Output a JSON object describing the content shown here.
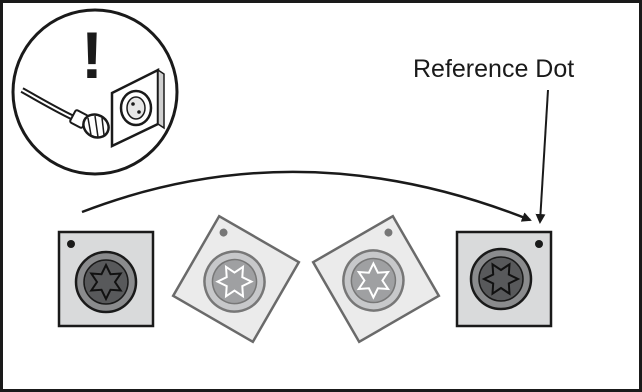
{
  "annotation": {
    "label": "Reference Dot"
  },
  "warning": {
    "symbol": "!"
  },
  "icons": {
    "inset": "unplug-power-cord-icon",
    "arrow": "rotation-arrow-icon",
    "knob": "star-knob-icon"
  },
  "sequence": {
    "steps": [
      {
        "state": "start",
        "rotation_deg": 0,
        "emphasis": "solid"
      },
      {
        "state": "rotating",
        "rotation_deg": 30,
        "emphasis": "faded"
      },
      {
        "state": "rotating",
        "rotation_deg": 60,
        "emphasis": "faded"
      },
      {
        "state": "end",
        "rotation_deg": 90,
        "emphasis": "solid"
      }
    ]
  },
  "colors": {
    "line": "#1a1a1a",
    "panel_solid": "#d9dadb",
    "panel_faded": "#ebebeb",
    "knob_outer_solid": "#8a8b8d",
    "knob_inner_solid": "#58595b",
    "knob_outer_faded": "#c7c8ca",
    "knob_inner_faded": "#9fa0a2"
  }
}
